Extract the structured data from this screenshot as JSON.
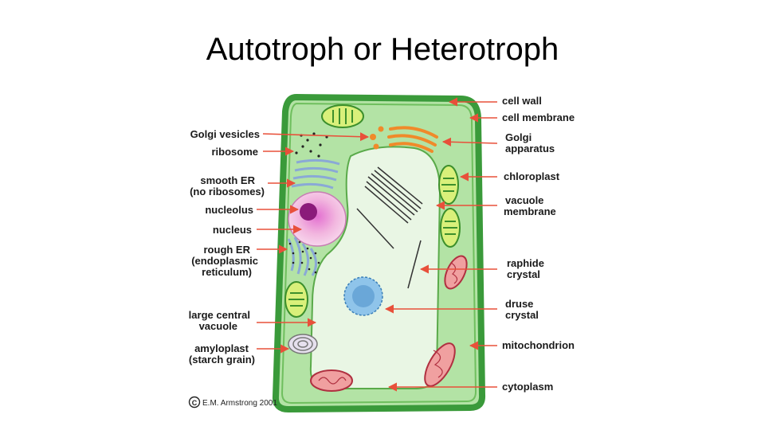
{
  "slide": {
    "title": "Autotroph or Heterotroph"
  },
  "diagram": {
    "left_labels": {
      "golgi_vesicles": "Golgi vesicles",
      "ribosome": "ribosome",
      "smooth_er_1": "smooth ER",
      "smooth_er_2": "(no ribosomes)",
      "nucleolus": "nucleolus",
      "nucleus": "nucleus",
      "rough_er_1": "rough ER",
      "rough_er_2": "(endoplasmic",
      "rough_er_3": "reticulum)",
      "vacuole_1": "large central",
      "vacuole_2": "vacuole",
      "amyloplast_1": "amyloplast",
      "amyloplast_2": "(starch grain)"
    },
    "right_labels": {
      "cell_wall": "cell wall",
      "cell_membrane": "cell membrane",
      "golgi_1": "Golgi",
      "golgi_2": "apparatus",
      "chloroplast": "chloroplast",
      "vacuole_membrane_1": "vacuole",
      "vacuole_membrane_2": "membrane",
      "raphide_1": "raphide",
      "raphide_2": "crystal",
      "druse_1": "druse",
      "druse_2": "crystal",
      "mitochondrion": "mitochondrion",
      "cytoplasm": "cytoplasm"
    },
    "copyright_symbol": "C",
    "copyright": "E.M. Armstrong 2001",
    "colors": {
      "cell_wall": "#3a9a3a",
      "cytoplasm": "#b3e3a5",
      "vacuole": "#e9f6e4",
      "arrow": "#e8503a",
      "nucleus": "#f2b7df",
      "nucleolus": "#8b1a7a",
      "er": "#8aa9d6",
      "golgi": "#f08a2a",
      "chloroplast": "#3c8f2c",
      "mitochondrion": "#d9606a",
      "druse": "#6aa7d8"
    }
  }
}
